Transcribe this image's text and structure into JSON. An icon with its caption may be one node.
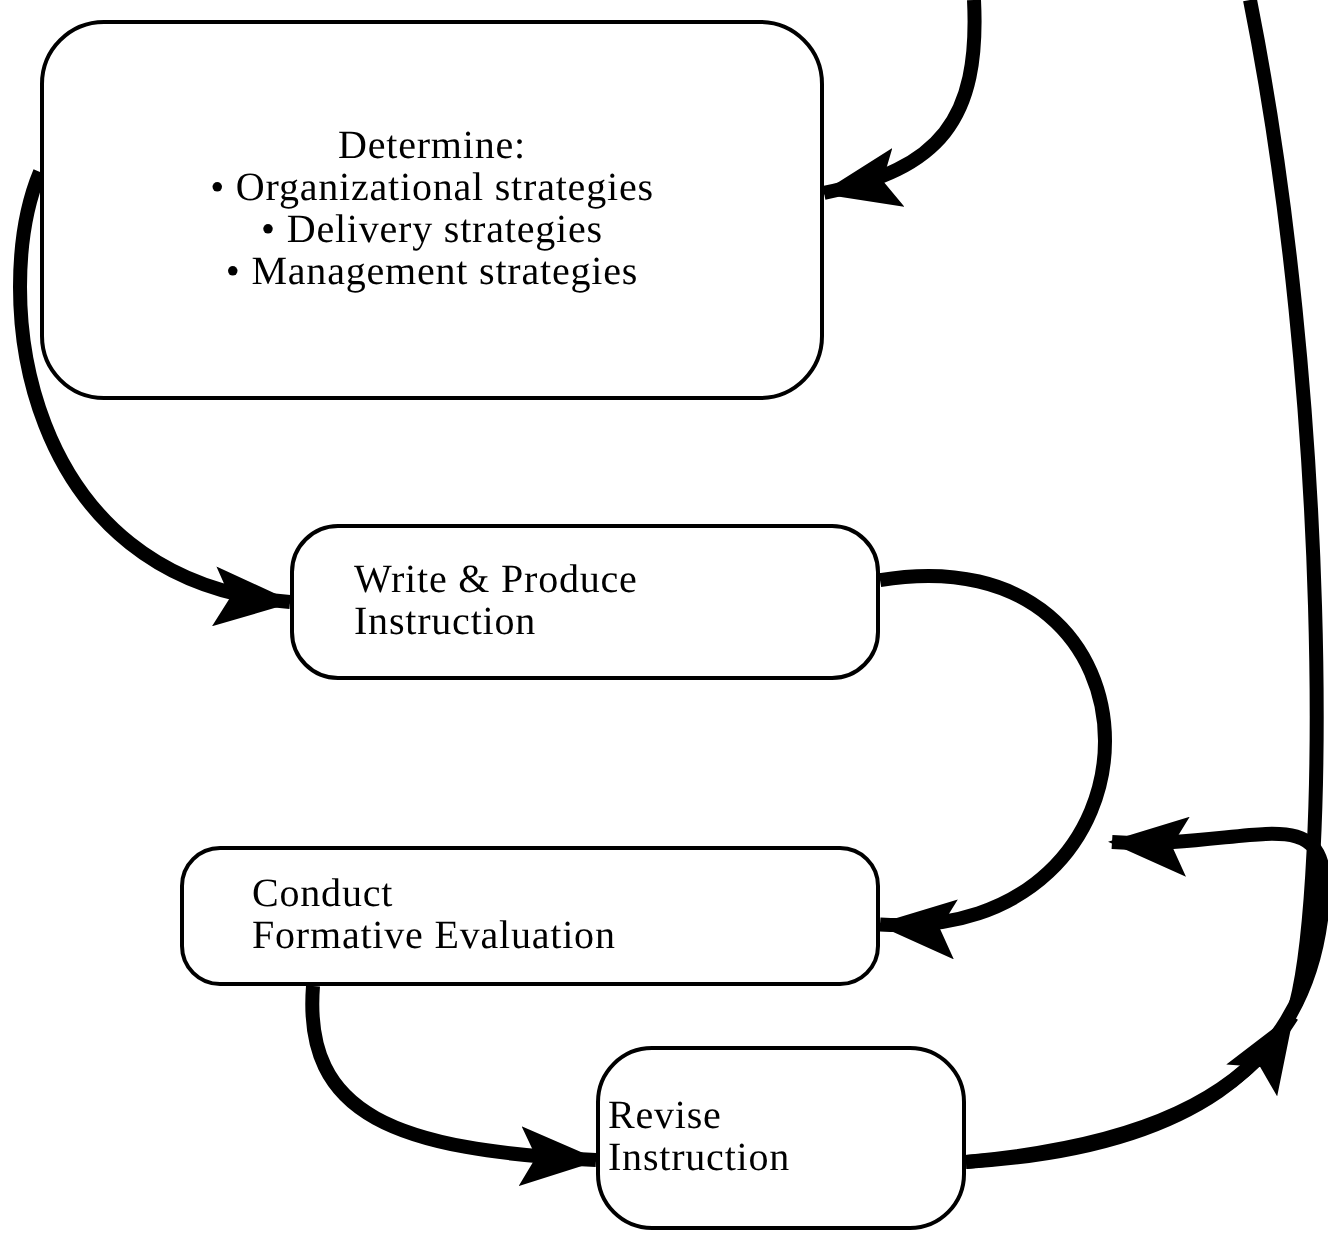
{
  "diagram": {
    "nodes": [
      {
        "text": [
          "Determine:",
          "• Organizational strategies",
          "• Delivery strategies",
          "• Management strategies"
        ]
      },
      {
        "text": [
          "Write & Produce Instruction"
        ]
      },
      {
        "text": [
          "Conduct Formative Evaluation"
        ]
      },
      {
        "text": [
          "Revise Instruction"
        ]
      }
    ],
    "edges": [
      {
        "from": null,
        "to": 0,
        "arrow": "to"
      },
      {
        "from": 0,
        "to": 1,
        "arrow": "to"
      },
      {
        "from": 1,
        "to": 2,
        "arrow": "to"
      },
      {
        "from": 2,
        "to": 3,
        "arrow": "to"
      },
      {
        "from": 3,
        "to": null,
        "arrow": "to"
      },
      {
        "from": 3,
        "to": null,
        "arrow": "to"
      }
    ]
  }
}
